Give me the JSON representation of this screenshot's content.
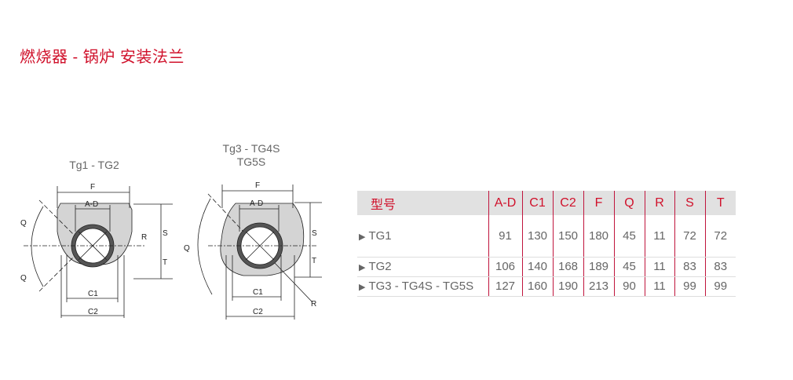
{
  "title": "燃烧器 - 锅炉 安装法兰",
  "diagram1": {
    "caption": "Tg1 -  TG2",
    "labels": {
      "F": "F",
      "AD": "A-D",
      "Q1": "Q",
      "Q2": "Q",
      "S": "S",
      "T": "T",
      "R": "R",
      "C1": "C1",
      "C2": "C2"
    }
  },
  "diagram2": {
    "caption_line1": "Tg3 - TG4S",
    "caption_line2": "TG5S",
    "labels": {
      "F": "F",
      "AD": "A-D",
      "Q": "Q",
      "S": "S",
      "T": "T",
      "R": "R",
      "C1": "C1",
      "C2": "C2"
    }
  },
  "table": {
    "headers": [
      "型号",
      "A-D",
      "C1",
      "C2",
      "F",
      "Q",
      "R",
      "S",
      "T"
    ],
    "rows": [
      {
        "model": "TG1",
        "values": [
          "91",
          "130",
          "150",
          "180",
          "45",
          "11",
          "72",
          "72"
        ]
      },
      {
        "model": "TG2",
        "values": [
          "106",
          "140",
          "168",
          "189",
          "45",
          "11",
          "83",
          "83"
        ]
      },
      {
        "model": "TG3 - TG4S - TG5S",
        "values": [
          "127",
          "160",
          "190",
          "213",
          "90",
          "11",
          "99",
          "99"
        ]
      }
    ]
  },
  "colors": {
    "accent": "#d0112b",
    "header_bg": "#e1e1e1"
  }
}
